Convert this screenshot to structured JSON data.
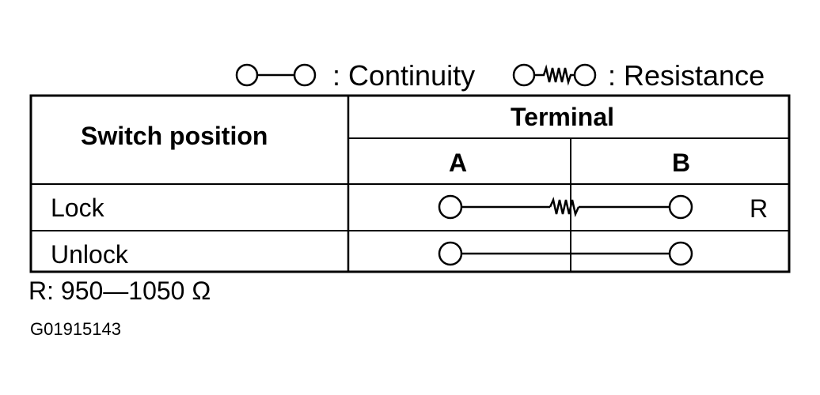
{
  "legend": {
    "continuity_label": ": Continuity",
    "resistance_label": ": Resistance"
  },
  "table": {
    "header_switch_position": "Switch position",
    "header_terminal": "Terminal",
    "terminals": [
      "A",
      "B"
    ],
    "rows": [
      {
        "position": "Lock",
        "connection": "resistance",
        "marker": "R"
      },
      {
        "position": "Unlock",
        "connection": "continuity",
        "marker": ""
      }
    ]
  },
  "resistance_note": "R: 950—1050 Ω",
  "figure_code": "G01915143"
}
